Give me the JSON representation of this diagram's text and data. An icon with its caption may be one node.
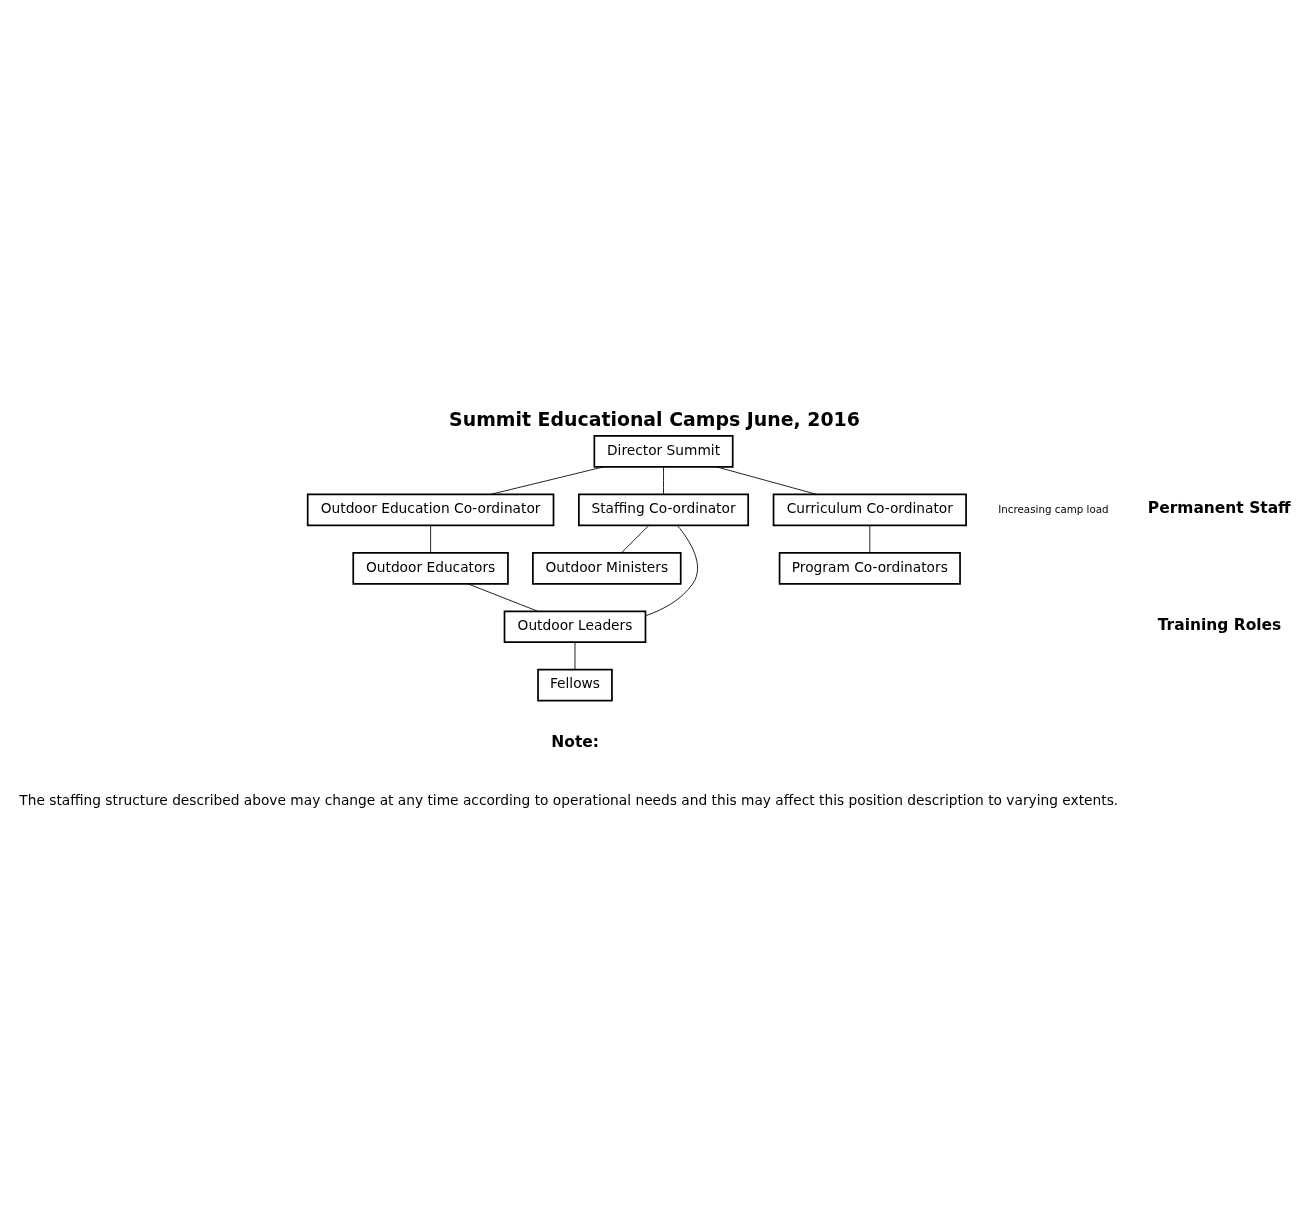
{
  "diagram": {
    "title": "Summit Educational Camps June, 2016",
    "nodes": [
      {
        "text": [
          "Director Summit"
        ]
      },
      {
        "text": [
          "Outdoor Education Co-ordinator"
        ]
      },
      {
        "text": [
          "Staffing Co-ordinator"
        ]
      },
      {
        "text": [
          "Curriculum Co-ordinator"
        ]
      },
      {
        "text": [
          "Outdoor Educators"
        ]
      },
      {
        "text": [
          "Outdoor Ministers"
        ]
      },
      {
        "text": [
          "Program Co-ordinators"
        ]
      },
      {
        "text": [
          "Outdoor Leaders"
        ]
      },
      {
        "text": [
          "Fellows"
        ]
      }
    ],
    "edges": [
      {
        "from": 0,
        "to": 1,
        "arrow": "none"
      },
      {
        "from": 0,
        "to": 2,
        "arrow": "none"
      },
      {
        "from": 0,
        "to": 3,
        "arrow": "none"
      },
      {
        "from": 1,
        "to": 4,
        "arrow": "none"
      },
      {
        "from": 2,
        "to": 5,
        "arrow": "none"
      },
      {
        "from": 3,
        "to": 6,
        "arrow": "none"
      },
      {
        "from": 4,
        "to": 7,
        "arrow": "none"
      },
      {
        "from": 2,
        "to": 7,
        "arrow": "none"
      },
      {
        "from": 7,
        "to": 8,
        "arrow": "none"
      }
    ],
    "labels": [
      "Increasing camp load",
      "Permanent Staff",
      "Training Roles",
      "Note:",
      "The staffing structure described above may change at any time according to operational needs and this may affect this position description to varying extents."
    ]
  }
}
